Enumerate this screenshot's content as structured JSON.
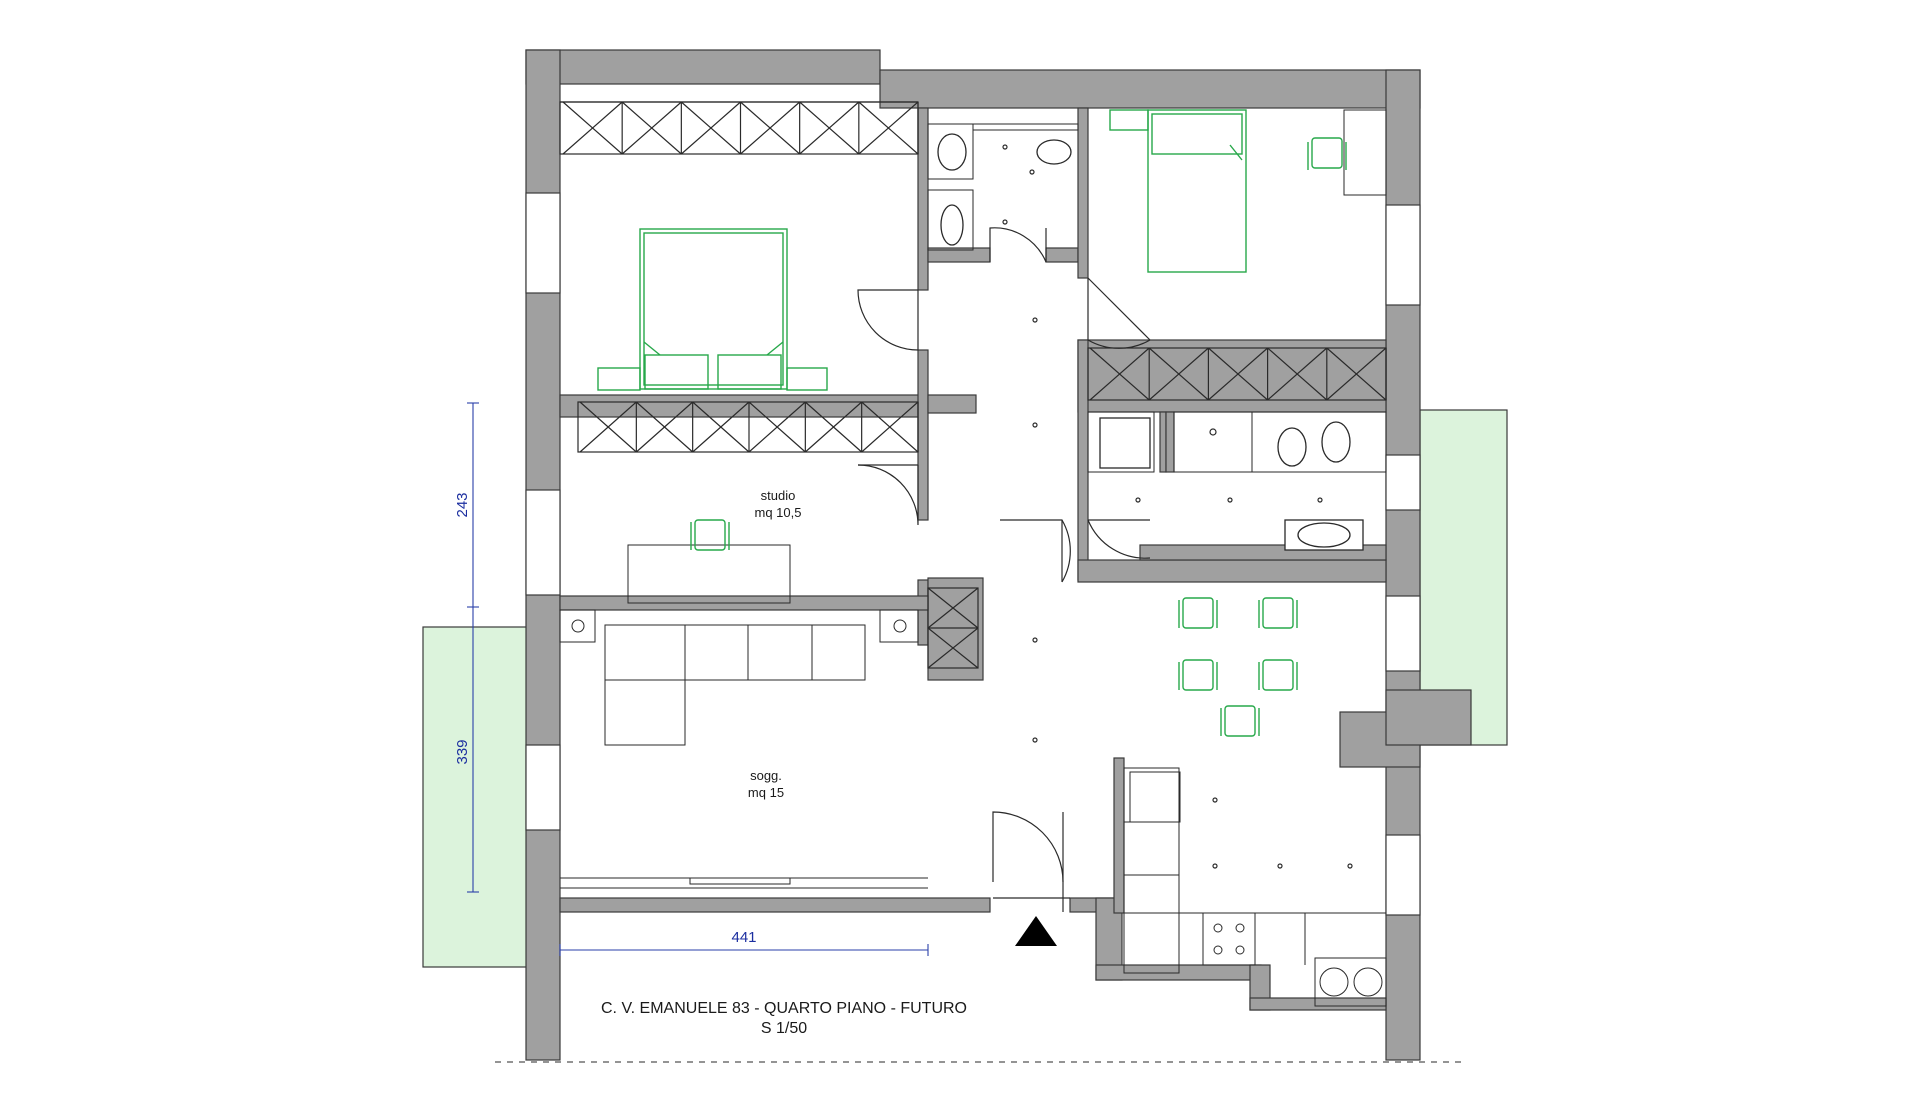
{
  "plan": {
    "title_line1": "C. V. EMANUELE 83 - QUARTO PIANO - FUTURO",
    "title_line2": "S 1/50",
    "rooms": {
      "studio_name": "studio",
      "studio_area": "mq 10,5",
      "soggiorno_name": "sogg.",
      "soggiorno_area": "mq 15"
    },
    "dimensions": {
      "top_left": "243",
      "bottom_left": "339",
      "width_bottom": "441"
    },
    "colors": {
      "wall": "#a0a0a0",
      "furniture_new": "#27a84a",
      "balcony": "#dcf3dc",
      "dimension": "#1c2fa0"
    }
  }
}
